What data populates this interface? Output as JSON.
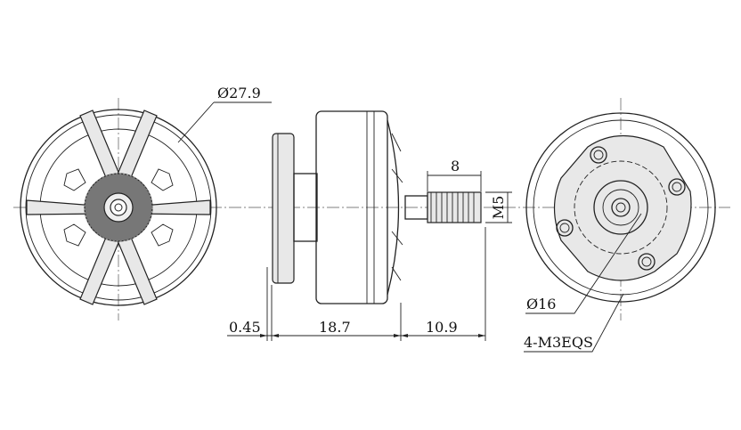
{
  "dimensions": {
    "outer_diameter": "Ø27.9",
    "shaft_length_thread": "8",
    "shaft_thread": "M5",
    "gap": "0.45",
    "body_length": "18.7",
    "shaft_length": "10.9",
    "mount_diameter": "Ø16",
    "mount_holes": "4-M3EQS"
  },
  "colors": {
    "line": "#222222",
    "background": "#ffffff"
  }
}
